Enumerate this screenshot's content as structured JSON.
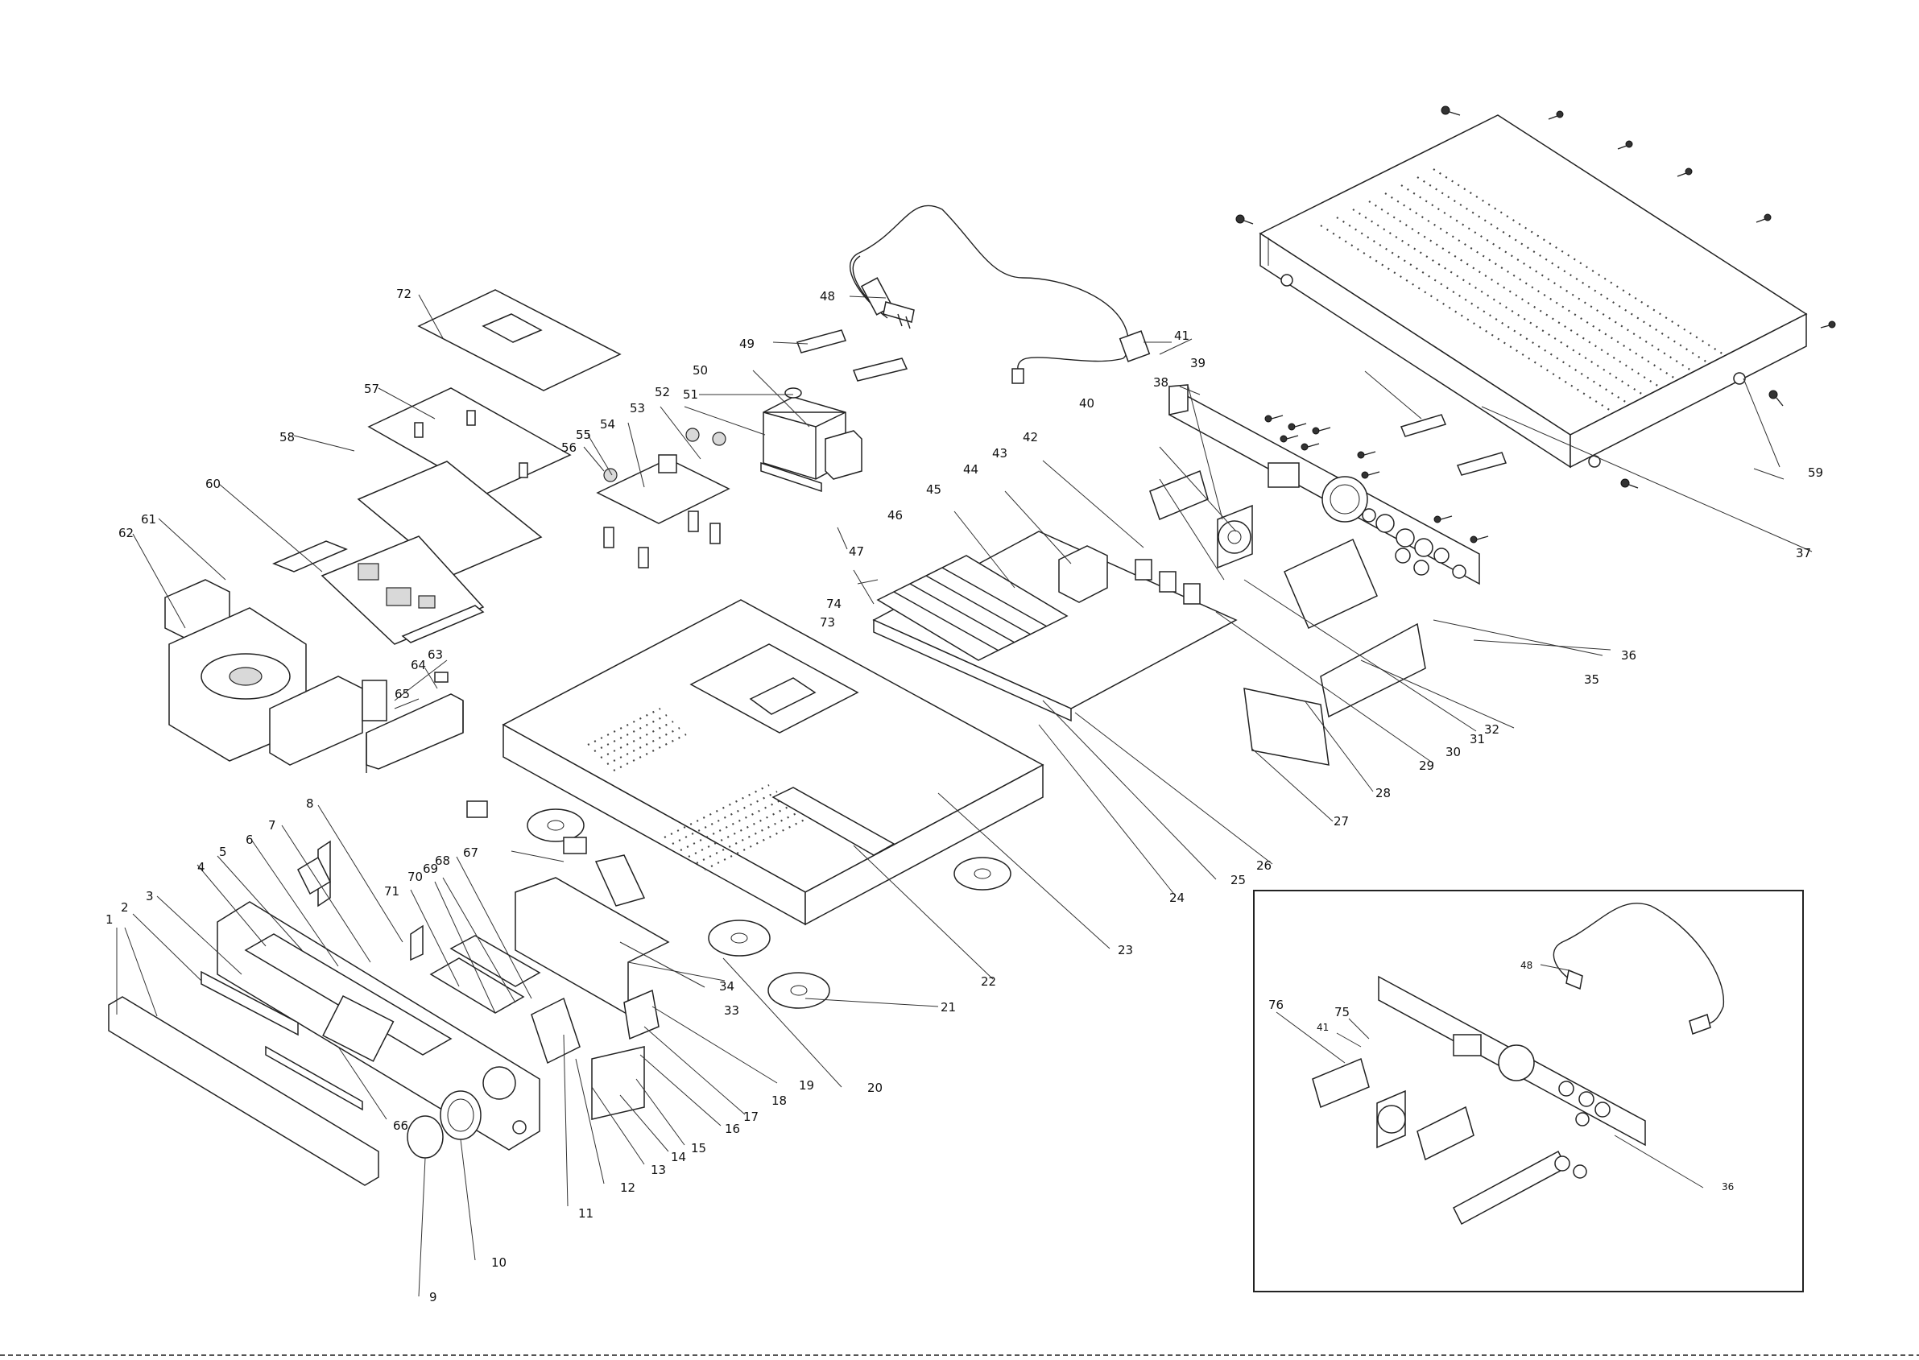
{
  "diagram": {
    "main_callouts": [
      "1",
      "2",
      "3",
      "4",
      "5",
      "6",
      "7",
      "8",
      "9",
      "10",
      "11",
      "12",
      "13",
      "14",
      "15",
      "16",
      "17",
      "18",
      "19",
      "20",
      "21",
      "22",
      "23",
      "24",
      "25",
      "26",
      "27",
      "28",
      "29",
      "30",
      "31",
      "32",
      "33",
      "34",
      "35",
      "36",
      "37",
      "38",
      "39",
      "40",
      "41",
      "42",
      "43",
      "44",
      "45",
      "46",
      "47",
      "48",
      "49",
      "50",
      "51",
      "52",
      "53",
      "54",
      "55",
      "56",
      "57",
      "58",
      "60",
      "61",
      "62",
      "63",
      "64",
      "65",
      "66",
      "67",
      "68",
      "69",
      "70",
      "71",
      "72",
      "73",
      "74",
      "59"
    ],
    "inset_callouts": [
      "48",
      "75",
      "41",
      "76",
      "36"
    ]
  }
}
